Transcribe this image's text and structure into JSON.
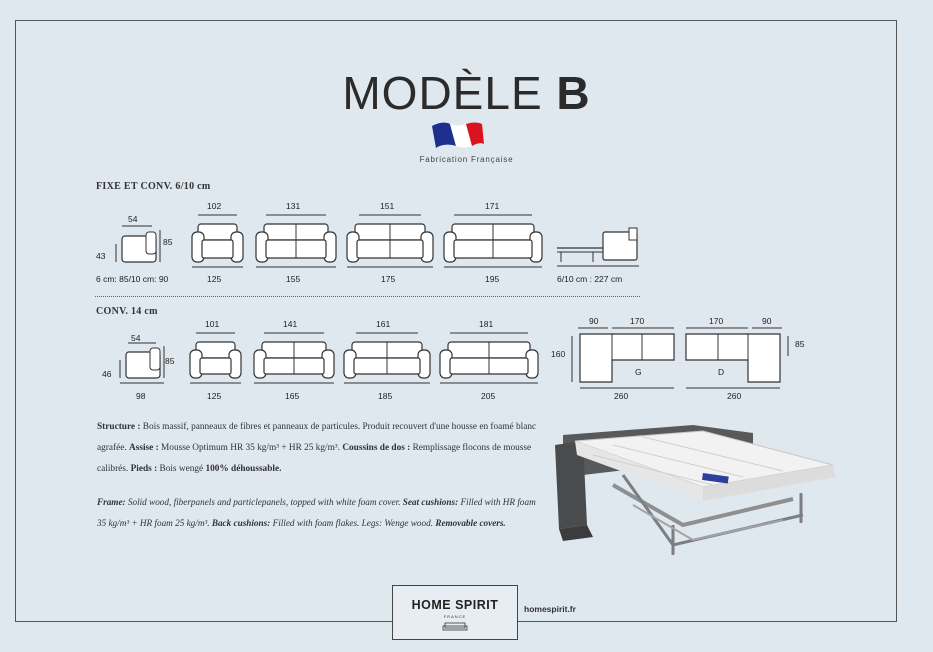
{
  "title": {
    "light": "MODÈLE",
    "bold": "B"
  },
  "fabrication": "Fabrication Française",
  "colors": {
    "flag_blue": "#1d2f8f",
    "flag_red": "#d8151f",
    "background": "#dfe7ef"
  },
  "section1": {
    "title": "FIXE ET CONV. 6/10 cm",
    "depth_top": "54",
    "height_left": "43",
    "height_right": "85",
    "depth_bottom": "6 cm: 85/10 cm: 90",
    "sofas": [
      {
        "top": "102",
        "bottom": "125"
      },
      {
        "top": "131",
        "bottom": "155"
      },
      {
        "top": "151",
        "bottom": "175"
      },
      {
        "top": "171",
        "bottom": "195"
      }
    ],
    "bed_bottom": "6/10 cm : 227 cm"
  },
  "section2": {
    "title": "CONV. 14 cm",
    "depth_top": "54",
    "height_left": "46",
    "height_right": "85",
    "depth_bottom": "98",
    "sofas": [
      {
        "top": "101",
        "bottom": "125"
      },
      {
        "top": "141",
        "bottom": "165"
      },
      {
        "top": "161",
        "bottom": "185"
      },
      {
        "top": "181",
        "bottom": "205"
      }
    ],
    "corner_g": {
      "top_left": "90",
      "top_right": "170",
      "height": "160",
      "letter": "G",
      "bottom": "260"
    },
    "corner_d": {
      "top_left": "170",
      "top_right": "90",
      "height": "85",
      "letter": "D",
      "bottom": "260"
    }
  },
  "fr": {
    "l1": "Structure :",
    "t1": " Bois massif, panneaux de fibres et panneaux de particules. Produit recouvert d'une housse en foamé blanc agrafée. ",
    "l2": "Assise :",
    "t2": " Mousse Optimum HR 35 kg/m³ + HR 25 kg/m³. ",
    "l3": "Coussins de dos :",
    "t3": " Remplissage flocons de mousse calibrés. ",
    "l4": "Pieds :",
    "t4": " Bois wengé ",
    "l5": "100% déhoussable."
  },
  "en": {
    "l1": "Frame:",
    "t1": " Solid wood, fiberpanels and particlepanels, topped with white foam cover. ",
    "l2": "Seat cushions:",
    "t2": " Filled with HR foam 35 kg/m³ + HR foam 25 kg/m³. ",
    "l3": "Back cushions:",
    "t3": " Filled with foam flakes. Legs: Wenge wood. ",
    "l4": "Removable covers."
  },
  "logo": {
    "name": "HOME SPIRIT",
    "sub": "FRANCE"
  },
  "url": "homespirit.fr"
}
